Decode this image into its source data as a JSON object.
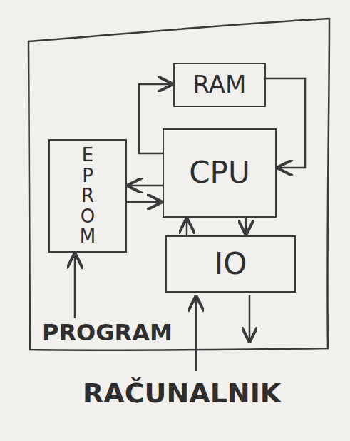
{
  "diagram": {
    "nodes": [
      {
        "text": [
          "RAM"
        ]
      },
      {
        "text": [
          "CPU"
        ]
      },
      {
        "text": [
          "EPROM"
        ]
      },
      {
        "text": [
          "IO"
        ]
      }
    ],
    "edges": [
      {
        "from": 1,
        "to": 0,
        "arrow": "to"
      },
      {
        "from": 0,
        "to": 1,
        "arrow": "to"
      },
      {
        "from": 1,
        "to": 2,
        "arrow": "to"
      },
      {
        "from": 2,
        "to": 1,
        "arrow": "to"
      },
      {
        "from": 3,
        "to": 1,
        "arrow": "to"
      },
      {
        "from": 1,
        "to": 3,
        "arrow": "to"
      }
    ],
    "labels": [
      "PROGRAM",
      "RAČUNALNIK"
    ]
  }
}
